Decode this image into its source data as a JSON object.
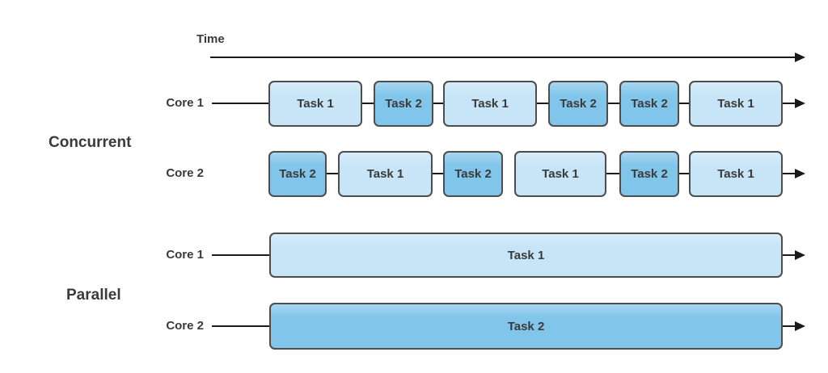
{
  "time": {
    "label": "Time"
  },
  "sections": [
    {
      "label": "Concurrent"
    },
    {
      "label": "Parallel"
    }
  ],
  "rows": [
    {
      "core_label": "Core 1",
      "boxes": [
        {
          "label": "Task 1",
          "task": "task1"
        },
        {
          "label": "Task 2",
          "task": "task2"
        },
        {
          "label": "Task 1",
          "task": "task1"
        },
        {
          "label": "Task 2",
          "task": "task2"
        },
        {
          "label": "Task 2",
          "task": "task2"
        },
        {
          "label": "Task 1",
          "task": "task1"
        }
      ]
    },
    {
      "core_label": "Core 2",
      "boxes": [
        {
          "label": "Task 2",
          "task": "task2"
        },
        {
          "label": "Task 1",
          "task": "task1"
        },
        {
          "label": "Task 2",
          "task": "task2"
        },
        {
          "label": "Task 1",
          "task": "task1"
        },
        {
          "label": "Task 2",
          "task": "task2"
        },
        {
          "label": "Task 1",
          "task": "task1"
        }
      ]
    },
    {
      "core_label": "Core 1",
      "boxes": [
        {
          "label": "Task 1",
          "task": "task1"
        }
      ]
    },
    {
      "core_label": "Core 2",
      "boxes": [
        {
          "label": "Task 2",
          "task": "task2"
        }
      ]
    }
  ],
  "colors": {
    "task1_fill": "#c7e5f7",
    "task2_fill": "#82c5ea",
    "box_border": "#4d4d4d",
    "line": "#1a1a1a",
    "text": "#3a3a3a"
  }
}
